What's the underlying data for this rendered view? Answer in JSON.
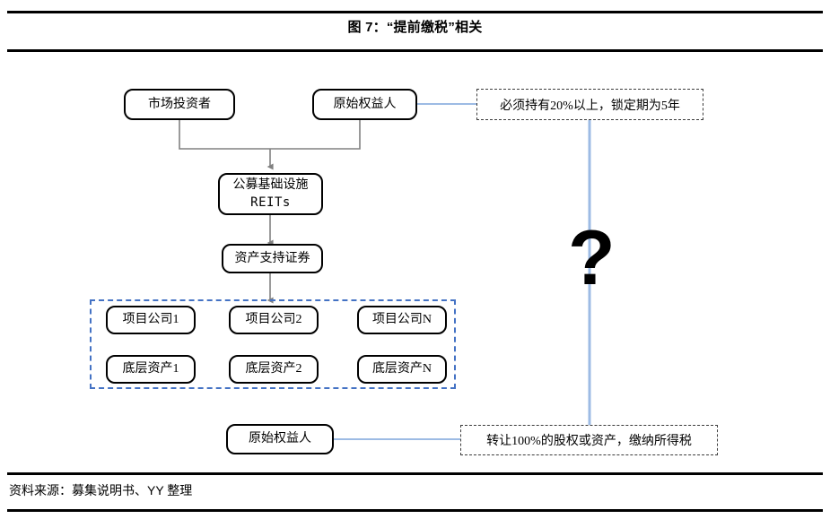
{
  "figure": {
    "title": "图 7：“提前缴税”相关",
    "source": "资料来源：募集说明书、YY 整理"
  },
  "colors": {
    "box_border": "#000000",
    "connector_gray": "#808080",
    "connector_blue": "#9dbbe4",
    "group_dashed_blue": "#4472c4",
    "callout_dashed": "#3c3c3c",
    "rule_black": "#000000"
  },
  "diagram": {
    "nodes": {
      "market_investor": "市场投资者",
      "original_equity_holder_top": "原始权益人",
      "reits_line1": "公募基础设施",
      "reits_line2": "REITs",
      "abs": "资产支持证券",
      "project_companies": [
        "项目公司1",
        "项目公司2",
        "项目公司N"
      ],
      "underlying_assets": [
        "底层资产1",
        "底层资产2",
        "底层资产N"
      ],
      "original_equity_holder_bottom": "原始权益人"
    },
    "callouts": {
      "holding_rule": "必须持有20%以上，锁定期为5年",
      "transfer_rule": "转让100%的股权或资产，缴纳所得税"
    },
    "annotation": {
      "question_mark": "?"
    }
  }
}
